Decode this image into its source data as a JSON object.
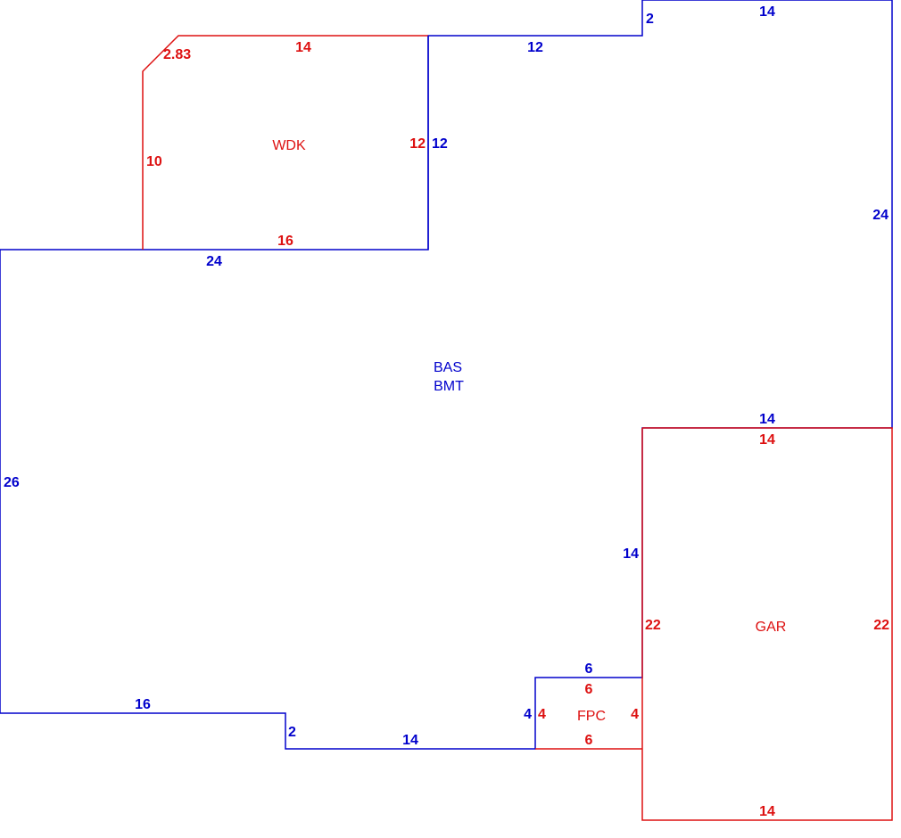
{
  "colors": {
    "main": "#0000cc",
    "addition": "#dd1111"
  },
  "areas": [
    {
      "code": "BAS",
      "code2": "BMT",
      "group": "main"
    },
    {
      "code": "WDK",
      "group": "addition"
    },
    {
      "code": "GAR",
      "group": "addition"
    },
    {
      "code": "FPC",
      "group": "addition"
    }
  ],
  "dimensions": {
    "main": [
      "2",
      "14",
      "12",
      "12",
      "24",
      "24",
      "14",
      "14",
      "26",
      "16",
      "2",
      "14",
      "6",
      "4"
    ],
    "wdk": [
      "2.83",
      "14",
      "10",
      "12",
      "16"
    ],
    "gar": [
      "14",
      "22",
      "22",
      "14"
    ],
    "fpc": [
      "6",
      "4",
      "4",
      "6"
    ]
  }
}
